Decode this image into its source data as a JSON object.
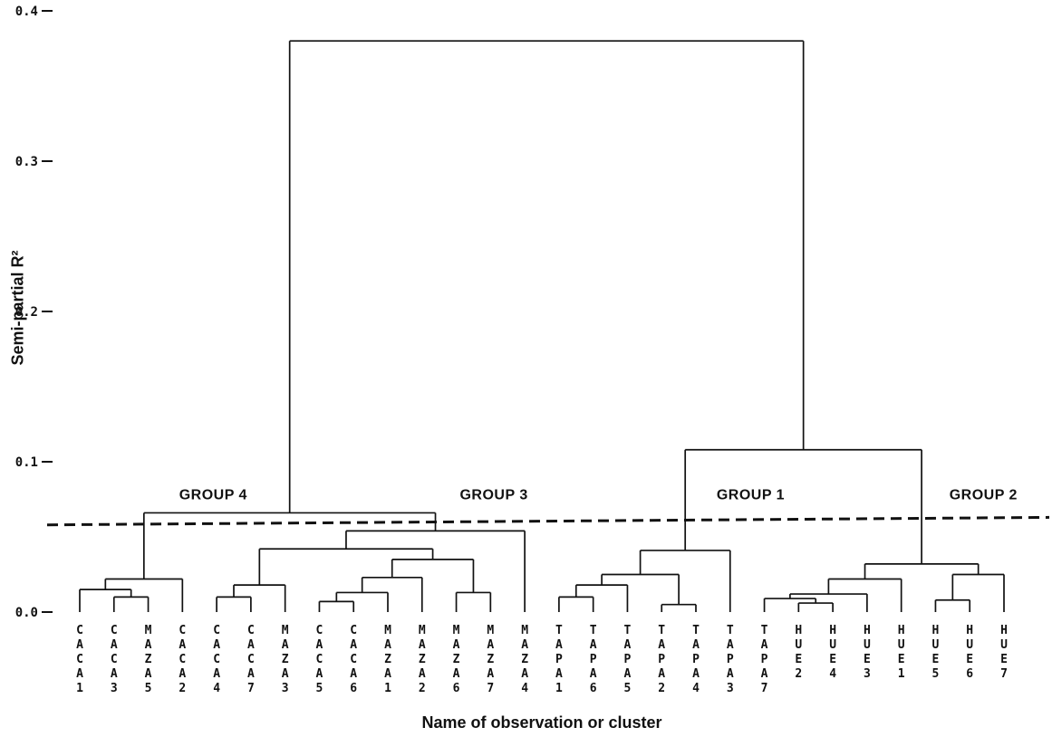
{
  "chart_data": {
    "type": "dendrogram",
    "title": "",
    "ylabel": "Semi-partial R²",
    "xlabel": "Name of observation or cluster",
    "ylim": [
      0.0,
      0.4
    ],
    "yticks": [
      0.0,
      0.1,
      0.2,
      0.3,
      0.4
    ],
    "ytick_labels": [
      "0.0",
      "0.1",
      "0.2",
      "0.3",
      "0.4"
    ],
    "grid": false,
    "line_color": "#111111",
    "background": "#ffffff",
    "leaves": [
      "CACA1",
      "CACA3",
      "MAZA5",
      "CACA2",
      "CACA4",
      "CACA7",
      "MAZA3",
      "CACA5",
      "CACA6",
      "MAZA1",
      "MAZA2",
      "MAZA6",
      "MAZA7",
      "MAZA4",
      "TAPA1",
      "TAPA6",
      "TAPA5",
      "TAPA2",
      "TAPA4",
      "TAPA3",
      "TAPA7",
      "HUE2",
      "HUE4",
      "HUE3",
      "HUE1",
      "HUE5",
      "HUE6",
      "HUE7"
    ],
    "tree": {
      "h": 0.38,
      "children": [
        {
          "h": 0.066,
          "children": [
            {
              "h": 0.022,
              "children": [
                {
                  "h": 0.015,
                  "children": [
                    "CACA1",
                    {
                      "h": 0.01,
                      "children": [
                        "CACA3",
                        "MAZA5"
                      ]
                    }
                  ]
                },
                "CACA2"
              ]
            },
            {
              "h": 0.054,
              "children": [
                {
                  "h": 0.042,
                  "children": [
                    {
                      "h": 0.018,
                      "children": [
                        {
                          "h": 0.01,
                          "children": [
                            "CACA4",
                            "CACA7"
                          ]
                        },
                        "MAZA3"
                      ]
                    },
                    {
                      "h": 0.035,
                      "children": [
                        {
                          "h": 0.023,
                          "children": [
                            {
                              "h": 0.013,
                              "children": [
                                {
                                  "h": 0.007,
                                  "children": [
                                    "CACA5",
                                    "CACA6"
                                  ]
                                },
                                "MAZA1"
                              ]
                            },
                            "MAZA2"
                          ]
                        },
                        {
                          "h": 0.013,
                          "children": [
                            "MAZA6",
                            "MAZA7"
                          ]
                        }
                      ]
                    }
                  ]
                },
                "MAZA4"
              ]
            }
          ]
        },
        {
          "h": 0.108,
          "children": [
            {
              "h": 0.041,
              "children": [
                {
                  "h": 0.025,
                  "children": [
                    {
                      "h": 0.018,
                      "children": [
                        {
                          "h": 0.01,
                          "children": [
                            "TAPA1",
                            "TAPA6"
                          ]
                        },
                        "TAPA5"
                      ]
                    },
                    {
                      "h": 0.005,
                      "children": [
                        "TAPA2",
                        "TAPA4"
                      ]
                    }
                  ]
                },
                "TAPA3"
              ]
            },
            {
              "h": 0.032,
              "children": [
                {
                  "h": 0.022,
                  "children": [
                    {
                      "h": 0.012,
                      "children": [
                        {
                          "h": 0.009,
                          "children": [
                            "TAPA7",
                            {
                              "h": 0.006,
                              "children": [
                                "HUE2",
                                "HUE4"
                              ]
                            }
                          ]
                        },
                        "HUE3"
                      ]
                    },
                    "HUE1"
                  ]
                },
                {
                  "h": 0.025,
                  "children": [
                    {
                      "h": 0.008,
                      "children": [
                        "HUE5",
                        "HUE6"
                      ]
                    },
                    "HUE7"
                  ]
                }
              ]
            }
          ]
        }
      ]
    },
    "cutoff_line": {
      "style": "dashed",
      "y_left": 0.058,
      "y_right": 0.063
    },
    "group_labels": [
      {
        "label": "GROUP 4",
        "center_leaf": 3.9,
        "y": 0.075
      },
      {
        "label": "GROUP 3",
        "center_leaf": 12.1,
        "y": 0.075
      },
      {
        "label": "GROUP 1",
        "center_leaf": 19.6,
        "y": 0.075
      },
      {
        "label": "GROUP 2",
        "center_leaf": 26.4,
        "y": 0.075
      }
    ]
  }
}
